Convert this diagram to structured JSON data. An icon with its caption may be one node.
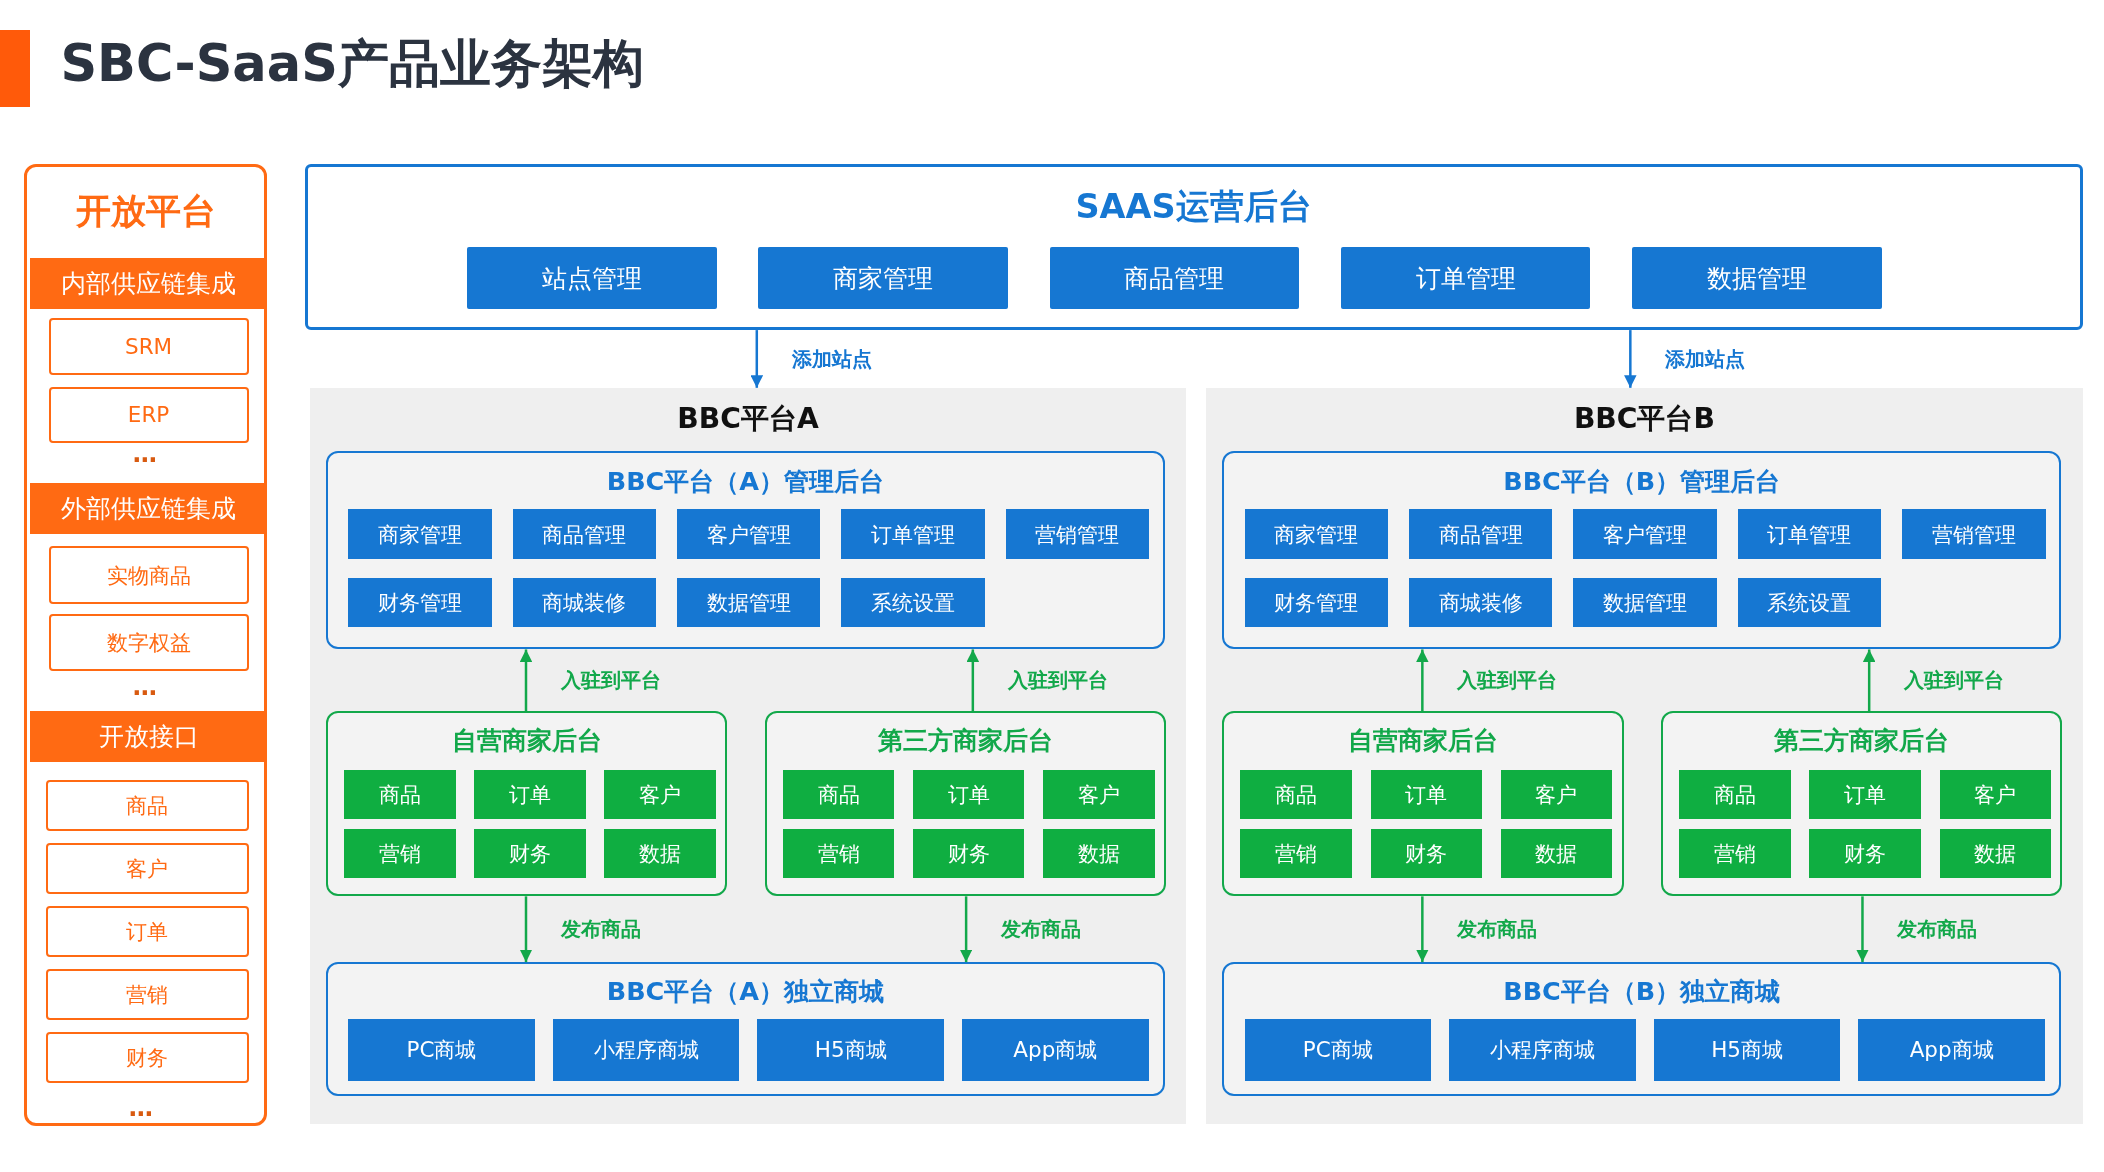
{
  "diagram": {
    "title": "SBC-SaaS产品业务架构",
    "nodes": [
      {
        "text": [
          "开放平台"
        ]
      },
      {
        "text": [
          "内部供应链集成"
        ],
        "in": 0
      },
      {
        "text": [
          "SRM"
        ],
        "in": 0
      },
      {
        "text": [
          "ERP"
        ],
        "in": 0
      },
      {
        "text": [
          "外部供应链集成"
        ],
        "in": 0
      },
      {
        "text": [
          "实物商品"
        ],
        "in": 0
      },
      {
        "text": [
          "数字权益"
        ],
        "in": 0
      },
      {
        "text": [
          "开放接口"
        ],
        "in": 0
      },
      {
        "text": [
          "商品"
        ],
        "in": 0
      },
      {
        "text": [
          "客户"
        ],
        "in": 0
      },
      {
        "text": [
          "订单"
        ],
        "in": 0
      },
      {
        "text": [
          "营销"
        ],
        "in": 0
      },
      {
        "text": [
          "财务"
        ],
        "in": 0
      },
      {
        "text": [
          "SAAS运营后台"
        ]
      },
      {
        "text": [
          "站点管理"
        ],
        "in": 13
      },
      {
        "text": [
          "商家管理"
        ],
        "in": 13
      },
      {
        "text": [
          "商品管理"
        ],
        "in": 13
      },
      {
        "text": [
          "订单管理"
        ],
        "in": 13
      },
      {
        "text": [
          "数据管理"
        ],
        "in": 13
      },
      {
        "text": [
          "BBC平台A"
        ]
      },
      {
        "text": [
          "BBC平台（A）管理后台"
        ],
        "in": 19
      },
      {
        "text": [
          "商家管理"
        ],
        "in": 20
      },
      {
        "text": [
          "商品管理"
        ],
        "in": 20
      },
      {
        "text": [
          "客户管理"
        ],
        "in": 20
      },
      {
        "text": [
          "订单管理"
        ],
        "in": 20
      },
      {
        "text": [
          "营销管理"
        ],
        "in": 20
      },
      {
        "text": [
          "财务管理"
        ],
        "in": 20
      },
      {
        "text": [
          "商城装修"
        ],
        "in": 20
      },
      {
        "text": [
          "数据管理"
        ],
        "in": 20
      },
      {
        "text": [
          "系统设置"
        ],
        "in": 20
      },
      {
        "text": [
          "自营商家后台"
        ],
        "in": 19
      },
      {
        "text": [
          "商品"
        ],
        "in": 30
      },
      {
        "text": [
          "订单"
        ],
        "in": 30
      },
      {
        "text": [
          "客户"
        ],
        "in": 30
      },
      {
        "text": [
          "营销"
        ],
        "in": 30
      },
      {
        "text": [
          "财务"
        ],
        "in": 30
      },
      {
        "text": [
          "数据"
        ],
        "in": 30
      },
      {
        "text": [
          "第三方商家后台"
        ],
        "in": 19
      },
      {
        "text": [
          "商品"
        ],
        "in": 37
      },
      {
        "text": [
          "订单"
        ],
        "in": 37
      },
      {
        "text": [
          "客户"
        ],
        "in": 37
      },
      {
        "text": [
          "营销"
        ],
        "in": 37
      },
      {
        "text": [
          "财务"
        ],
        "in": 37
      },
      {
        "text": [
          "数据"
        ],
        "in": 37
      },
      {
        "text": [
          "BBC平台（A）独立商城"
        ],
        "in": 19
      },
      {
        "text": [
          "PC商城"
        ],
        "in": 44
      },
      {
        "text": [
          "小程序商城"
        ],
        "in": 44
      },
      {
        "text": [
          "H5商城"
        ],
        "in": 44
      },
      {
        "text": [
          "App商城"
        ],
        "in": 44
      },
      {
        "text": [
          "BBC平台B"
        ]
      },
      {
        "text": [
          "BBC平台（B）管理后台"
        ],
        "in": 49
      },
      {
        "text": [
          "商家管理"
        ],
        "in": 50
      },
      {
        "text": [
          "商品管理"
        ],
        "in": 50
      },
      {
        "text": [
          "客户管理"
        ],
        "in": 50
      },
      {
        "text": [
          "订单管理"
        ],
        "in": 50
      },
      {
        "text": [
          "营销管理"
        ],
        "in": 50
      },
      {
        "text": [
          "财务管理"
        ],
        "in": 50
      },
      {
        "text": [
          "商城装修"
        ],
        "in": 50
      },
      {
        "text": [
          "数据管理"
        ],
        "in": 50
      },
      {
        "text": [
          "系统设置"
        ],
        "in": 50
      },
      {
        "text": [
          "自营商家后台"
        ],
        "in": 49
      },
      {
        "text": [
          "商品"
        ],
        "in": 60
      },
      {
        "text": [
          "订单"
        ],
        "in": 60
      },
      {
        "text": [
          "客户"
        ],
        "in": 60
      },
      {
        "text": [
          "营销"
        ],
        "in": 60
      },
      {
        "text": [
          "财务"
        ],
        "in": 60
      },
      {
        "text": [
          "数据"
        ],
        "in": 60
      },
      {
        "text": [
          "第三方商家后台"
        ],
        "in": 49
      },
      {
        "text": [
          "商品"
        ],
        "in": 67
      },
      {
        "text": [
          "订单"
        ],
        "in": 67
      },
      {
        "text": [
          "客户"
        ],
        "in": 67
      },
      {
        "text": [
          "营销"
        ],
        "in": 67
      },
      {
        "text": [
          "财务"
        ],
        "in": 67
      },
      {
        "text": [
          "数据"
        ],
        "in": 67
      },
      {
        "text": [
          "BBC平台（B）独立商城"
        ],
        "in": 49
      },
      {
        "text": [
          "PC商城"
        ],
        "in": 74
      },
      {
        "text": [
          "小程序商城"
        ],
        "in": 74
      },
      {
        "text": [
          "H5商城"
        ],
        "in": 74
      },
      {
        "text": [
          "App商城"
        ],
        "in": 74
      }
    ],
    "edges": [
      {
        "from": 13,
        "to": 19,
        "arrow": "to",
        "label": "添加站点",
        "color": "#1677d2"
      },
      {
        "from": 13,
        "to": 49,
        "arrow": "to",
        "label": "添加站点",
        "color": "#1677d2"
      },
      {
        "from": 30,
        "to": 20,
        "arrow": "to",
        "label": "入驻到平台"
      },
      {
        "from": 37,
        "to": 20,
        "arrow": "to",
        "label": "入驻到平台"
      },
      {
        "from": 30,
        "to": 44,
        "arrow": "to",
        "label": "发布商品"
      },
      {
        "from": 37,
        "to": 44,
        "arrow": "to",
        "label": "发布商品"
      },
      {
        "from": 60,
        "to": 50,
        "arrow": "to",
        "label": "入驻到平台"
      },
      {
        "from": 67,
        "to": 50,
        "arrow": "to",
        "label": "入驻到平台"
      },
      {
        "from": 60,
        "to": 74,
        "arrow": "to",
        "label": "发布商品"
      },
      {
        "from": 67,
        "to": 74,
        "arrow": "to",
        "label": "发布商品"
      }
    ],
    "labels": [
      "…",
      "…",
      "…"
    ]
  }
}
